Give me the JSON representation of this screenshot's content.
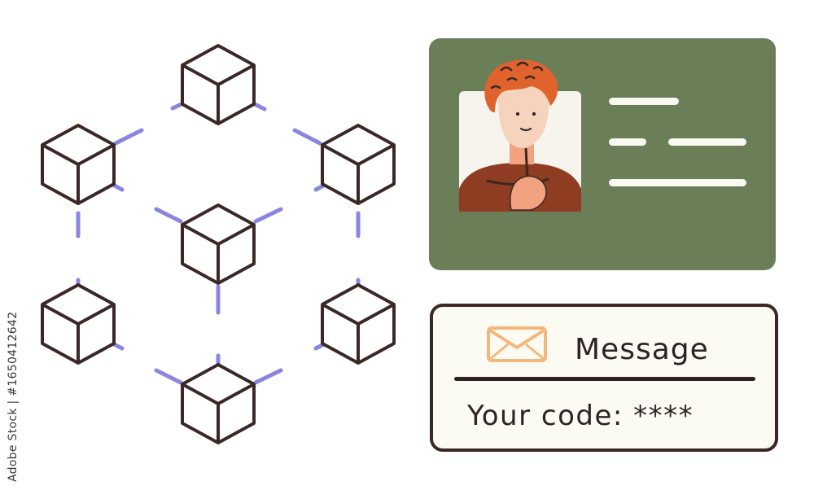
{
  "message_card": {
    "title": "Message",
    "code_label": "Your code:",
    "code_value": "****",
    "envelope_icon": "envelope-icon"
  },
  "side_text": "Adobe Stock | #1650412642",
  "colors": {
    "card_green": "#6a7f57",
    "cube_outline": "#3a2726",
    "link_purple": "#8a86e0",
    "hair_orange": "#e0632e",
    "envelope_orange": "#f4b77a"
  }
}
